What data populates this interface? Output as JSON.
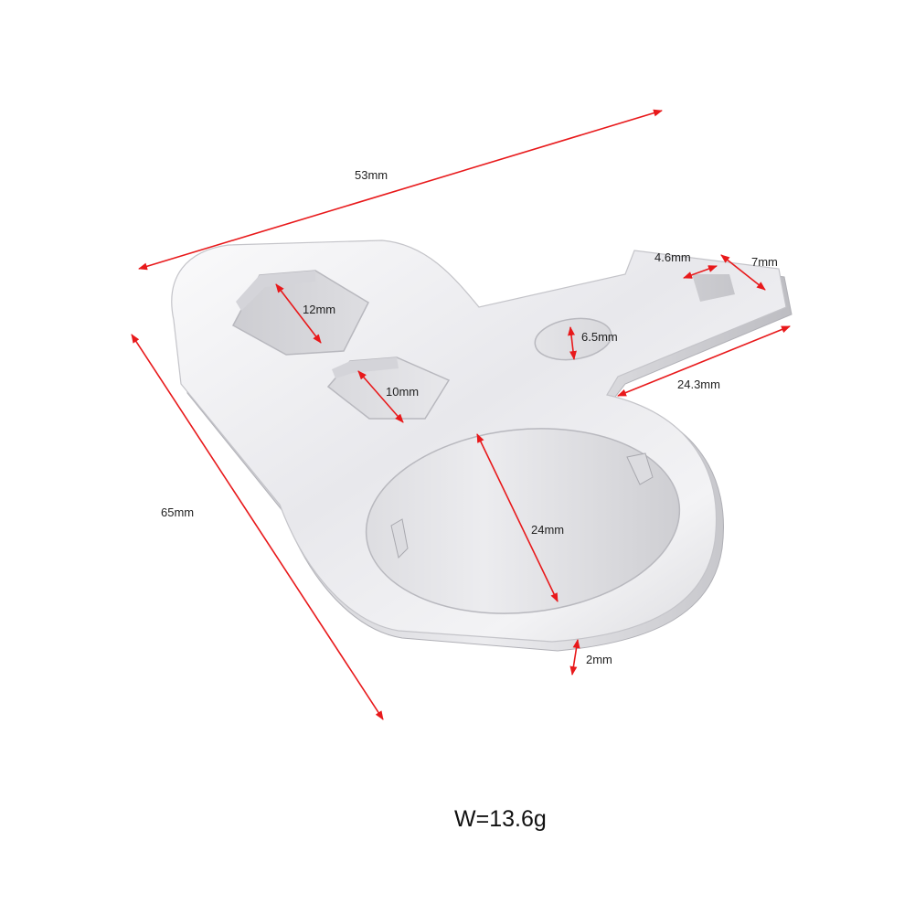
{
  "dimensions": {
    "overall_width": "53mm",
    "overall_height": "65mm",
    "hex_large": "12mm",
    "hex_small": "10mm",
    "small_hole": "6.5mm",
    "large_hole": "24mm",
    "thickness": "2mm",
    "slot_width": "4.6mm",
    "tab_width": "7mm",
    "arm_length": "24.3mm"
  },
  "weight": "W=13.6g",
  "colors": {
    "dimension_line": "#e8191b",
    "steel_light": "#f4f4f6",
    "steel_mid": "#d9d9dd",
    "steel_edge": "#b4b4ba",
    "background": "#ffffff"
  }
}
